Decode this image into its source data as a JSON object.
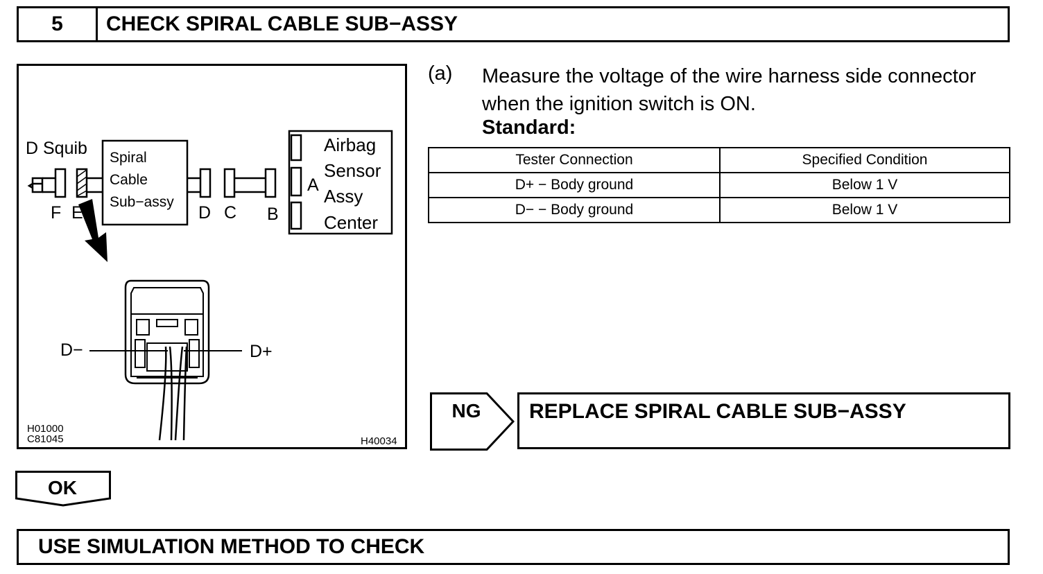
{
  "header": {
    "step_number": "5",
    "title": "CHECK SPIRAL CABLE SUB−ASSY"
  },
  "figure": {
    "squib_label": "D Squib",
    "spiral_line1": "Spiral",
    "spiral_line2": "Cable",
    "spiral_line3": "Sub−assy",
    "airbag_line1": "Airbag",
    "airbag_line2": "Sensor",
    "airbag_line3": "Assy",
    "airbag_line4": "Center",
    "connector_a": "A",
    "connector_b": "B",
    "connector_c": "C",
    "connector_d": "D",
    "connector_e": "E",
    "connector_f": "F",
    "terminal_minus": "D−",
    "terminal_plus": "D+",
    "code1": "H01000",
    "code2": "C81045",
    "code3": "H40034"
  },
  "instructions": {
    "step_letter": "(a)",
    "line1": "Measure the voltage of the wire harness side connector",
    "line2": "when the ignition switch is ON.",
    "standard_label": "Standard:"
  },
  "table": {
    "headers": [
      "Tester Connection",
      "Specified Condition"
    ],
    "rows": [
      [
        "D+ − Body ground",
        "Below 1 V"
      ],
      [
        "D− − Body ground",
        "Below 1 V"
      ]
    ]
  },
  "ng_result": {
    "tag": "NG",
    "action": "REPLACE SPIRAL CABLE SUB−ASSY"
  },
  "ok_result": {
    "tag": "OK"
  },
  "final_step": {
    "text": "USE SIMULATION METHOD TO CHECK"
  }
}
